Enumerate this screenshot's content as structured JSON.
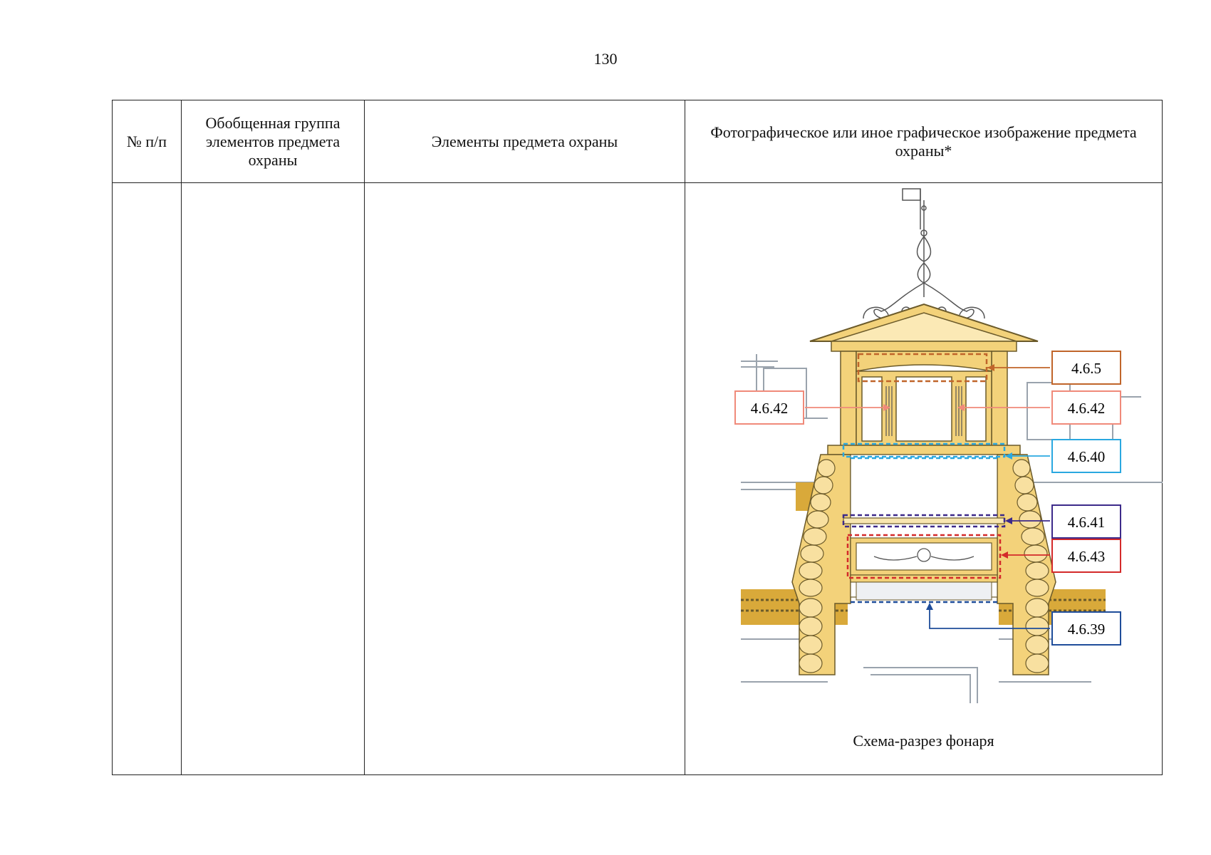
{
  "page_number": "130",
  "table": {
    "headers": [
      "№ п/п",
      "Обобщенная группа элементов предмета охраны",
      "Элементы предмета охраны",
      "Фотографическое или иное графическое изображение предмета охраны*"
    ]
  },
  "figure": {
    "caption": "Схема-разрез фонаря",
    "callouts": [
      {
        "label": "4.6.5",
        "color": "#c0652a"
      },
      {
        "label": "4.6.42",
        "color": "#f08a7a"
      },
      {
        "label": "4.6.42",
        "color": "#f08a7a"
      },
      {
        "label": "4.6.40",
        "color": "#2aa8e0"
      },
      {
        "label": "4.6.41",
        "color": "#3d2a8a"
      },
      {
        "label": "4.6.43",
        "color": "#d42a2a"
      },
      {
        "label": "4.6.39",
        "color": "#1f4d9a"
      }
    ],
    "colors": {
      "wood": "#f3d27a",
      "wood_dark": "#d9a93a",
      "outline": "#6b5a2a",
      "background_drawing": "#9aa3ad"
    }
  }
}
